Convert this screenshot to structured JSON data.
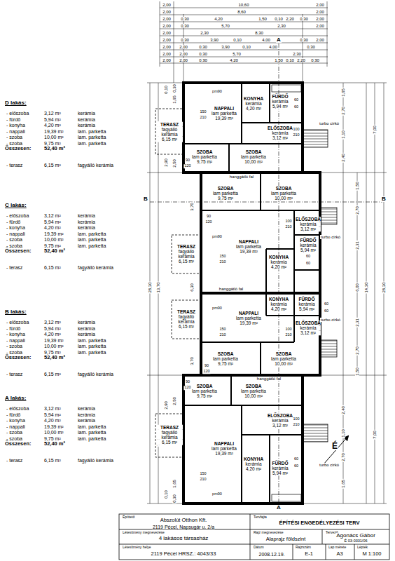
{
  "diagram": {
    "nodes": [
      {
        "text": [
          "KONYHA",
          "kerámia",
          "4,20 m²"
        ]
      },
      {
        "text": [
          "FÜRDŐ",
          "kerámia",
          "5,94 m²"
        ]
      },
      {
        "text": [
          "NAPPALI",
          "lam parketta",
          "19,39 m²"
        ]
      },
      {
        "text": [
          "ELŐSZOBA",
          "kerámia",
          "3,12 m²"
        ]
      },
      {
        "text": [
          "TERASZ",
          "fagyálló kerámia",
          "6,15 m²"
        ]
      },
      {
        "text": [
          "SZOBA",
          "lam parketta",
          "9,75 m²"
        ]
      },
      {
        "text": [
          "SZOBA",
          "lam parketta",
          "10,00 m²"
        ]
      },
      {
        "text": [
          "SZOBA",
          "lam parketta",
          "9,75 m²"
        ]
      },
      {
        "text": [
          "SZOBA",
          "lam parketta",
          "10,00 m²"
        ]
      },
      {
        "text": [
          "ELŐSZOBA",
          "kerámia",
          "3,12 m²"
        ]
      },
      {
        "text": [
          "FÜRDŐ",
          "kerámia",
          "5,94 m²"
        ]
      },
      {
        "text": [
          "NAPPALI",
          "lam parketta",
          "19,39 m²"
        ]
      },
      {
        "text": [
          "TERASZ",
          "fagyálló kerámia",
          "6,15 m²"
        ]
      },
      {
        "text": [
          "KONYHA",
          "kerámia",
          "4,20 m²"
        ]
      },
      {
        "text": [
          "TERASZ",
          "fagyálló kerámia",
          "6,15 m²"
        ]
      },
      {
        "text": [
          "KONYHA",
          "kerámia",
          "4,20 m²"
        ]
      },
      {
        "text": [
          "FÜRDŐ",
          "kerámia",
          "5,94 m²"
        ]
      },
      {
        "text": [
          "NAPPALI",
          "lam parketta",
          "19,39 m²"
        ]
      },
      {
        "text": [
          "ELŐSZOBA",
          "kerámia",
          "3,12 m²"
        ]
      },
      {
        "text": [
          "SZOBA",
          "lam parketta",
          "9,75 m²"
        ]
      },
      {
        "text": [
          "SZOBA",
          "lam parketta",
          "10,00 m²"
        ]
      },
      {
        "text": [
          "SZOBA",
          "lam parketta",
          "9,75 m²"
        ]
      },
      {
        "text": [
          "SZOBA",
          "lam parketta",
          "10,00 m²"
        ]
      },
      {
        "text": [
          "ELŐSZOBA",
          "kerámia",
          "3,12 m²"
        ]
      },
      {
        "text": [
          "TERASZ",
          "fagyálló kerámia",
          "6,15 m²"
        ]
      },
      {
        "text": [
          "NAPPALI",
          "lam parketta",
          "19,39 m²"
        ]
      },
      {
        "text": [
          "KONYHA",
          "kerámia",
          "4,20 m²"
        ]
      },
      {
        "text": [
          "FÜRDŐ",
          "kerámia",
          "5,94 m²"
        ]
      }
    ],
    "labels": [
      "2,00",
      "10,60",
      "2,00",
      "2,00",
      "8,60",
      "2,00",
      "2,00",
      "0,30",
      "4,20",
      "1,50",
      "0,10",
      "2,20",
      "0,30",
      "2,00",
      "2,00",
      "0,30",
      "5,70",
      "2,30",
      "2,00",
      "2,00",
      "2,30",
      "8,30",
      "2,00",
      "0,30",
      "3,90",
      "0,10",
      "4,00",
      "0,30",
      "2,00",
      "2,00",
      "2,00",
      "0,30",
      "3,90",
      "0,10",
      "4,00",
      "0,30",
      "2,00",
      "2,00",
      "0,30",
      "5,70",
      "2,30",
      "2,00",
      "2,00",
      "0,30",
      "4,20",
      "1,50",
      "0,10",
      "2,20",
      "0,30",
      "D lakás:",
      "- előszoba",
      "3,12 m²",
      "kerámia",
      "- fürdő",
      "5,94 m²",
      "kerámia",
      "- konyha",
      "4,20 m²",
      "kerámia",
      "- nappali",
      "19,39 m²",
      "lam. parketta",
      "- szoba",
      "10,00 m²",
      "lam. parketta",
      "- szoba",
      "9,75 m²",
      "lam. parketta",
      "Összesen:",
      "52,40 m²",
      "- terasz",
      "6,15 m²",
      "fagyálló kerámia",
      "C lakás:",
      "- előszoba",
      "3,12 m²",
      "kerámia",
      "- fürdő",
      "5,94 m²",
      "kerámia",
      "- konyha",
      "4,20 m²",
      "kerámia",
      "- nappali",
      "19,39 m²",
      "lam. parketta",
      "- szoba",
      "10,00 m²",
      "lam. parketta",
      "- szoba",
      "9,75 m²",
      "lam. parketta",
      "Összesen:",
      "52,40 m²",
      "- terasz",
      "6,15 m²",
      "fagyálló kerámia",
      "B lakás:",
      "- előszoba",
      "3,12 m²",
      "kerámia",
      "- fürdő",
      "5,94 m²",
      "kerámia",
      "- konyha",
      "4,20 m²",
      "kerámia",
      "- nappali",
      "19,39 m²",
      "lam. parketta",
      "- szoba",
      "10,00 m²",
      "lam. parketta",
      "- szoba",
      "9,75 m²",
      "lam. parketta",
      "Összesen:",
      "52,40 m²",
      "- terasz",
      "6,15 m²",
      "fagyálló kerámia",
      "A lakás:",
      "- előszoba",
      "3,12 m²",
      "kerámia",
      "- fürdő",
      "5,94 m²",
      "kerámia",
      "- konyha",
      "4,20 m²",
      "kerámia",
      "- nappali",
      "19,39 m²",
      "lam. parketta",
      "- szoba",
      "10,00 m²",
      "lam. parketta",
      "- szoba",
      "9,75 m²",
      "lam. parketta",
      "Összesen:",
      "52,40 m²",
      "- terasz",
      "6,15 m²",
      "fagyálló kerámia",
      "B",
      "B",
      "A",
      "A",
      "É",
      "hanggátló fal",
      "hanggátló fal",
      "hanggátló fal",
      "turbo cirkó",
      "turbo cirkó",
      "turbo cirkó",
      "turbo cirkó",
      "pm90",
      "150",
      "210",
      "90",
      "120",
      "60",
      "60",
      "100",
      "210",
      "pm90",
      "150",
      "210",
      "90",
      "120",
      "60",
      "60",
      "100",
      "210",
      "pm90",
      "150",
      "210",
      "90",
      "120",
      "60",
      "60",
      "100",
      "210",
      "pm90",
      "150",
      "210",
      "90",
      "120",
      "60",
      "60",
      "100",
      "210",
      "28,30",
      "7,30",
      "13,70",
      "7,30",
      "0,10",
      "2,90",
      "2,90",
      "0,10",
      "0,30",
      "1,65",
      "2,50",
      "2,50",
      "1,65",
      "0,30",
      "3,70",
      "6,30",
      "3,70",
      "1,65",
      "2,70",
      "1,10",
      "2,40",
      "2,40",
      "1,10",
      "2,70",
      "1,65",
      "1,50",
      "2,70",
      "2,31",
      "6,00",
      "2,31",
      "2,70",
      "1,50",
      "14,30",
      "7,00",
      "7,00",
      "28,30",
      "Építtető",
      "Abszolút Otthon Kft.",
      "2119 Pécel, Napsugár u. 2/a",
      "Tervfajta",
      "ÉPÍTÉSI ENGEDÉLYEZÉSI TERV",
      "Létesítmény megnevezése",
      "4 lakásos társasház",
      "Rajz megnevezése",
      "Alaprajz földszint",
      "Tervező",
      "Agonács Gábor",
      "É 03-0331/06",
      "Létesítmény helye",
      "2119 Pécel HRSZ.: 4043/33",
      "Dátum",
      "2008.12.19.",
      "Rajzszám",
      "E-1",
      "Lap mérete",
      "A3",
      "Lépték",
      "M 1:100"
    ]
  }
}
